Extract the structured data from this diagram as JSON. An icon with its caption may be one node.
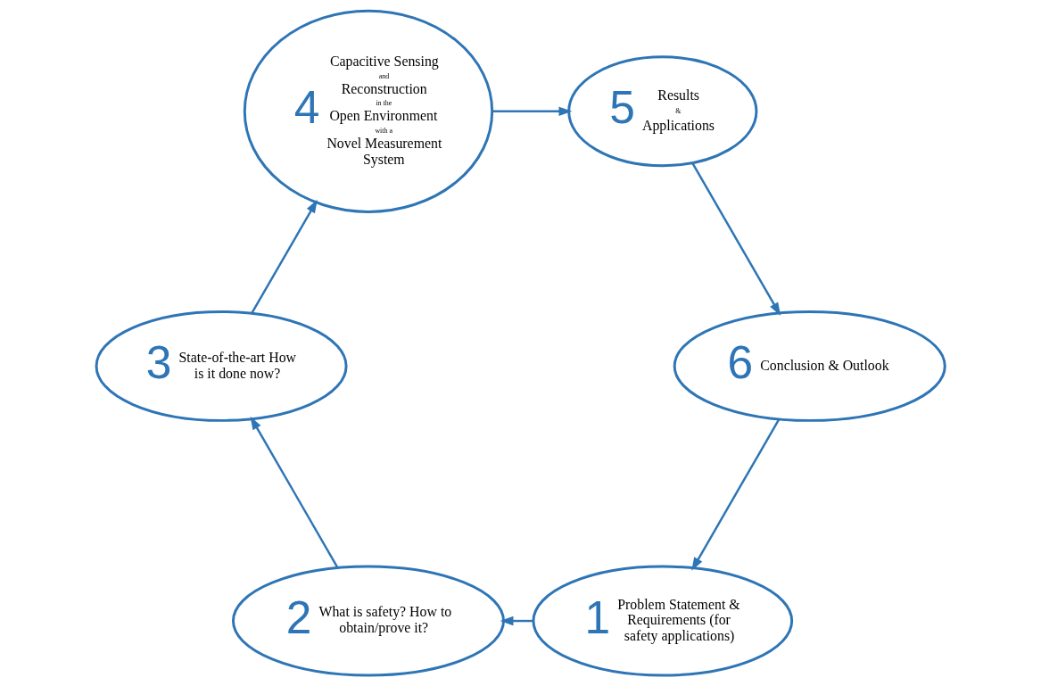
{
  "diagram": {
    "nodes": [
      {
        "text": [
          "1",
          "Problem Statement & Requirements (for safety applications)"
        ]
      },
      {
        "text": [
          "2",
          "What is safety? How to obtain/prove it?"
        ]
      },
      {
        "text": [
          "3",
          "State-of-the-art How is it done now?"
        ]
      },
      {
        "text": [
          "4",
          "Capacitive Sensing",
          "and",
          "Reconstruction",
          "in the",
          "Open Environment",
          "with a",
          "Novel Measurement System"
        ]
      },
      {
        "text": [
          "5",
          "Results",
          "&",
          "Applications"
        ]
      },
      {
        "text": [
          "6",
          "Conclusion & Outlook"
        ]
      }
    ],
    "edges": [
      {
        "from": 0,
        "to": 1,
        "arrow": "to"
      },
      {
        "from": 1,
        "to": 2,
        "arrow": "to"
      },
      {
        "from": 2,
        "to": 3,
        "arrow": "to"
      },
      {
        "from": 3,
        "to": 4,
        "arrow": "to"
      },
      {
        "from": 4,
        "to": 5,
        "arrow": "to"
      },
      {
        "from": 5,
        "to": 0,
        "arrow": "to"
      }
    ]
  }
}
